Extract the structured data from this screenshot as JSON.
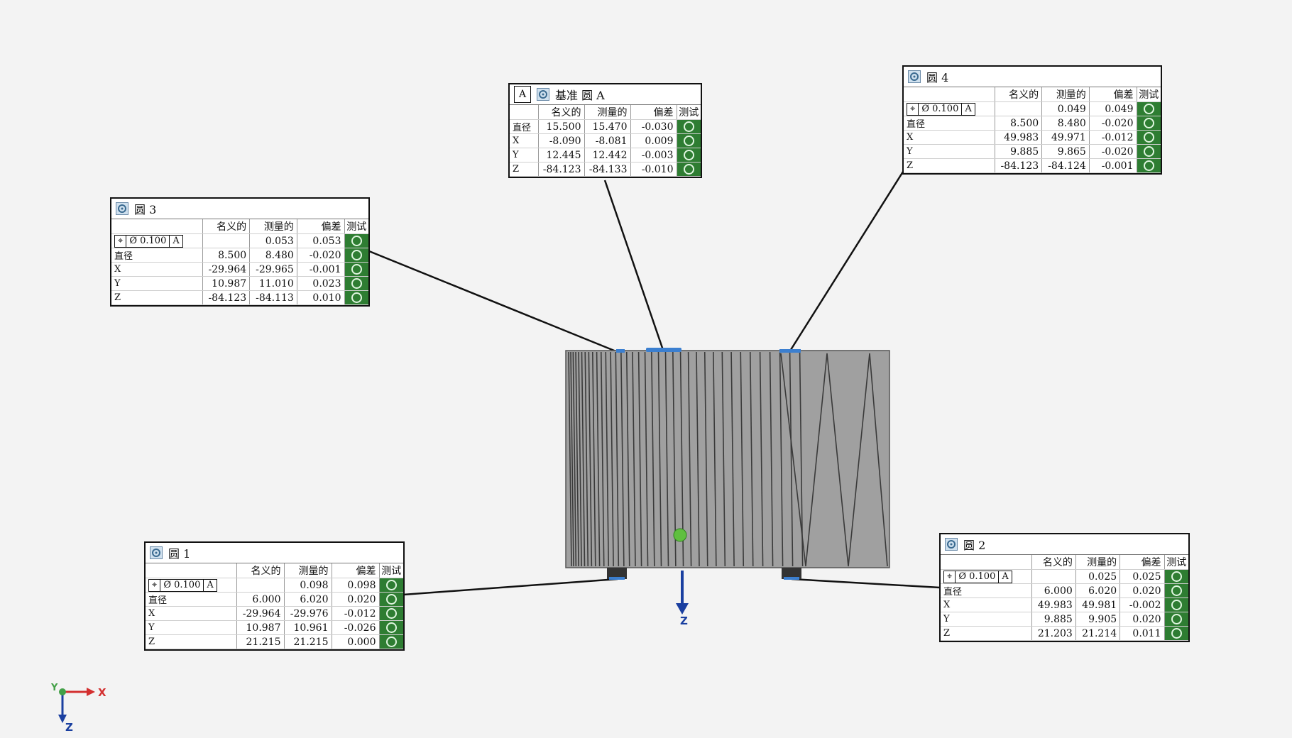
{
  "header_labels": {
    "nominal": "名义的",
    "measured": "测量的",
    "deviation": "偏差",
    "test": "测试"
  },
  "panels": {
    "datum": {
      "datum_letter": "A",
      "title": "基准 圆 A",
      "rows": [
        {
          "label": "直径",
          "nominal": "15.500",
          "measured": "15.470",
          "deviation": "-0.030"
        },
        {
          "label": "X",
          "nominal": "-8.090",
          "measured": "-8.081",
          "deviation": "0.009"
        },
        {
          "label": "Y",
          "nominal": "12.445",
          "measured": "12.442",
          "deviation": "-0.003"
        },
        {
          "label": "Z",
          "nominal": "-84.123",
          "measured": "-84.133",
          "deviation": "-0.010"
        }
      ]
    },
    "c3": {
      "title": "圆 3",
      "fcf": {
        "symbol": "⌖",
        "tol": "Ø 0.100",
        "datum": "A",
        "measured": "0.053",
        "deviation": "0.053"
      },
      "rows": [
        {
          "label": "直径",
          "nominal": "8.500",
          "measured": "8.480",
          "deviation": "-0.020"
        },
        {
          "label": "X",
          "nominal": "-29.964",
          "measured": "-29.965",
          "deviation": "-0.001"
        },
        {
          "label": "Y",
          "nominal": "10.987",
          "measured": "11.010",
          "deviation": "0.023"
        },
        {
          "label": "Z",
          "nominal": "-84.123",
          "measured": "-84.113",
          "deviation": "0.010"
        }
      ]
    },
    "c4": {
      "title": "圆 4",
      "fcf": {
        "symbol": "⌖",
        "tol": "Ø 0.100",
        "datum": "A",
        "measured": "0.049",
        "deviation": "0.049"
      },
      "rows": [
        {
          "label": "直径",
          "nominal": "8.500",
          "measured": "8.480",
          "deviation": "-0.020"
        },
        {
          "label": "X",
          "nominal": "49.983",
          "measured": "49.971",
          "deviation": "-0.012"
        },
        {
          "label": "Y",
          "nominal": "9.885",
          "measured": "9.865",
          "deviation": "-0.020"
        },
        {
          "label": "Z",
          "nominal": "-84.123",
          "measured": "-84.124",
          "deviation": "-0.001"
        }
      ]
    },
    "c1": {
      "title": "圆 1",
      "fcf": {
        "symbol": "⌖",
        "tol": "Ø 0.100",
        "datum": "A",
        "measured": "0.098",
        "deviation": "0.098"
      },
      "rows": [
        {
          "label": "直径",
          "nominal": "6.000",
          "measured": "6.020",
          "deviation": "0.020"
        },
        {
          "label": "X",
          "nominal": "-29.964",
          "measured": "-29.976",
          "deviation": "-0.012"
        },
        {
          "label": "Y",
          "nominal": "10.987",
          "measured": "10.961",
          "deviation": "-0.026"
        },
        {
          "label": "Z",
          "nominal": "21.215",
          "measured": "21.215",
          "deviation": "0.000"
        }
      ]
    },
    "c2": {
      "title": "圆 2",
      "fcf": {
        "symbol": "⌖",
        "tol": "Ø 0.100",
        "datum": "A",
        "measured": "0.025",
        "deviation": "0.025"
      },
      "rows": [
        {
          "label": "直径",
          "nominal": "6.000",
          "measured": "6.020",
          "deviation": "0.020"
        },
        {
          "label": "X",
          "nominal": "49.983",
          "measured": "49.981",
          "deviation": "-0.002"
        },
        {
          "label": "Y",
          "nominal": "9.885",
          "measured": "9.905",
          "deviation": "0.020"
        },
        {
          "label": "Z",
          "nominal": "21.203",
          "measured": "21.214",
          "deviation": "0.011"
        }
      ]
    }
  },
  "axes": {
    "x": "X",
    "y": "Y",
    "z": "Z",
    "part_z": "Z"
  },
  "colors": {
    "pass": "#2e7d32",
    "axis_x": "#d32f2f",
    "axis_y": "#43a047",
    "axis_z": "#1a3fa0",
    "part": "#9a9a9a",
    "feature": "#3b7fd0"
  },
  "icons": {
    "circle_feature": "circle-feature-icon",
    "position_tolerance": "position-symbol-icon"
  }
}
